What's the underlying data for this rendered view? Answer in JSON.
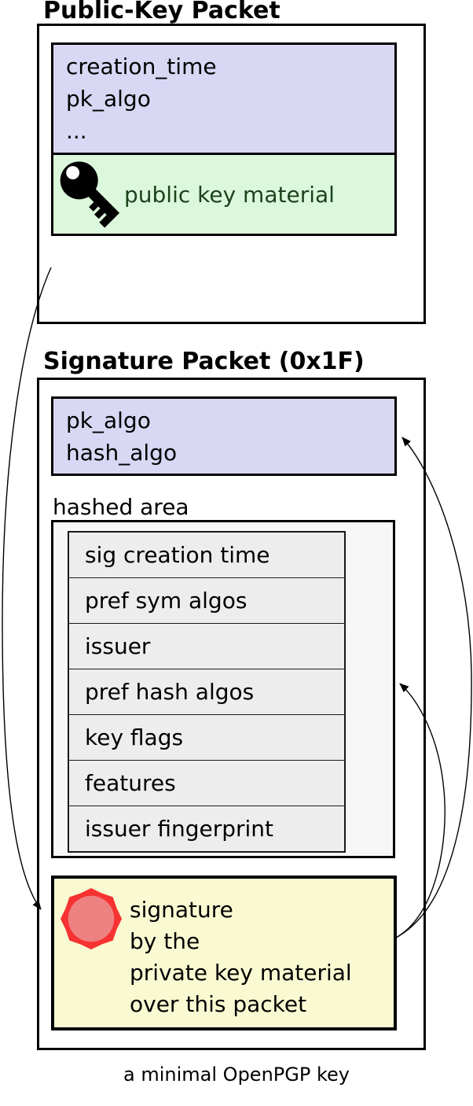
{
  "page": {
    "caption": "a minimal OpenPGP key"
  },
  "public_key_packet": {
    "title": "Public-Key Packet",
    "header_fields": [
      "creation_time",
      "pk_algo",
      "..."
    ],
    "key_material_label": "public key material",
    "key_material_icon": "key-icon"
  },
  "signature_packet": {
    "title": "Signature Packet (0x1F)",
    "header_fields": [
      "pk_algo",
      "hash_algo"
    ],
    "hashed_area_label": "hashed area",
    "hashed_subpackets": [
      "sig creation time",
      "pref sym algos",
      "issuer",
      "pref hash algos",
      "key flags",
      "features",
      "issuer fingerprint"
    ],
    "signature_lines": [
      "signature",
      "by the",
      "private key material",
      "over this packet"
    ],
    "signature_icon": "seal-icon",
    "arrows": [
      "arrow-pubkey-to-signature",
      "arrow-signature-to-header",
      "arrow-signature-to-hashed-area"
    ]
  },
  "colors": {
    "header_fill": "#d8d8f5",
    "key_material_fill": "#dcf8dc",
    "key_material_text": "#1c431c",
    "hashed_area_fill": "#f7f7f7",
    "subpacket_fill": "#ededed",
    "signature_fill": "#fafad2",
    "seal_ring": "#f73232",
    "seal_fill": "#ee8181",
    "line": "#000000"
  }
}
